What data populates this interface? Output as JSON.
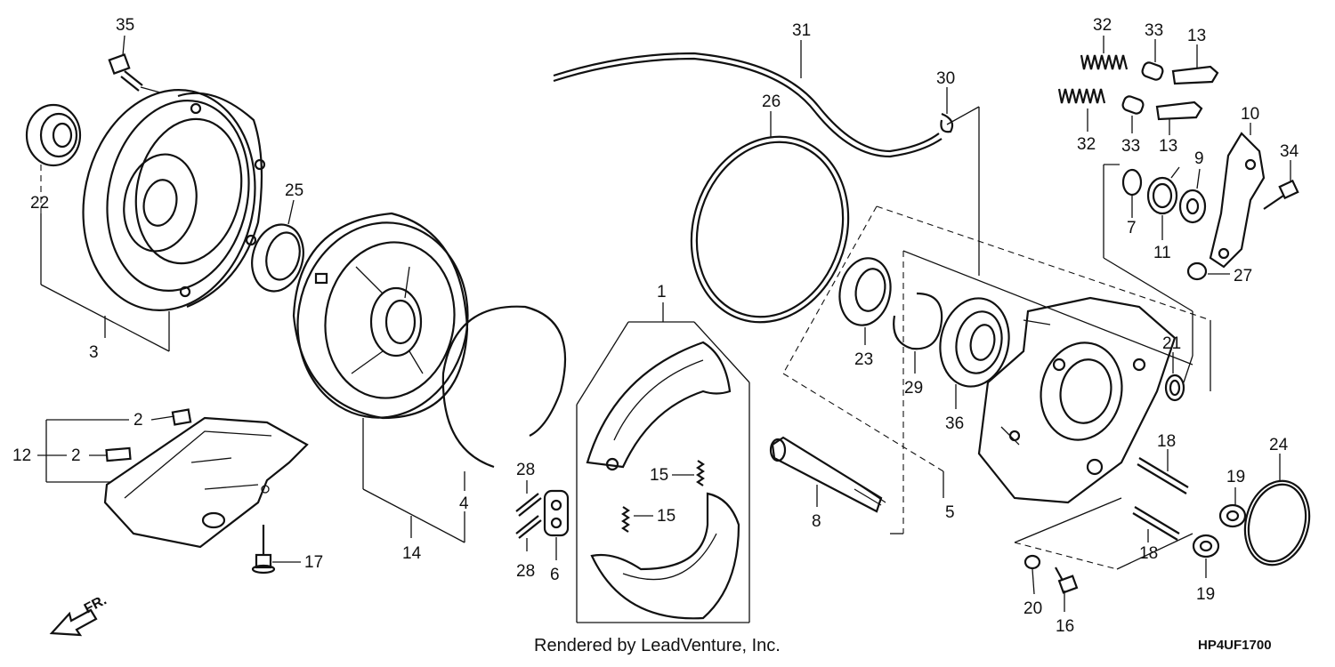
{
  "callouts": [
    "35",
    "22",
    "25",
    "3",
    "2",
    "2",
    "12",
    "17",
    "14",
    "4",
    "28",
    "28",
    "6",
    "1",
    "15",
    "15",
    "31",
    "26",
    "30",
    "23",
    "29",
    "36",
    "8",
    "5",
    "32",
    "33",
    "13",
    "32",
    "33",
    "13",
    "10",
    "9",
    "34",
    "7",
    "11",
    "27",
    "21",
    "18",
    "18",
    "19",
    "19",
    "24",
    "20",
    "16"
  ],
  "footer": {
    "credit": "Rendered by LeadVenture, Inc.",
    "diagram_code": "HP4UF1700",
    "direction": "FR."
  },
  "colors": {
    "line": "#111111",
    "background": "#ffffff"
  }
}
